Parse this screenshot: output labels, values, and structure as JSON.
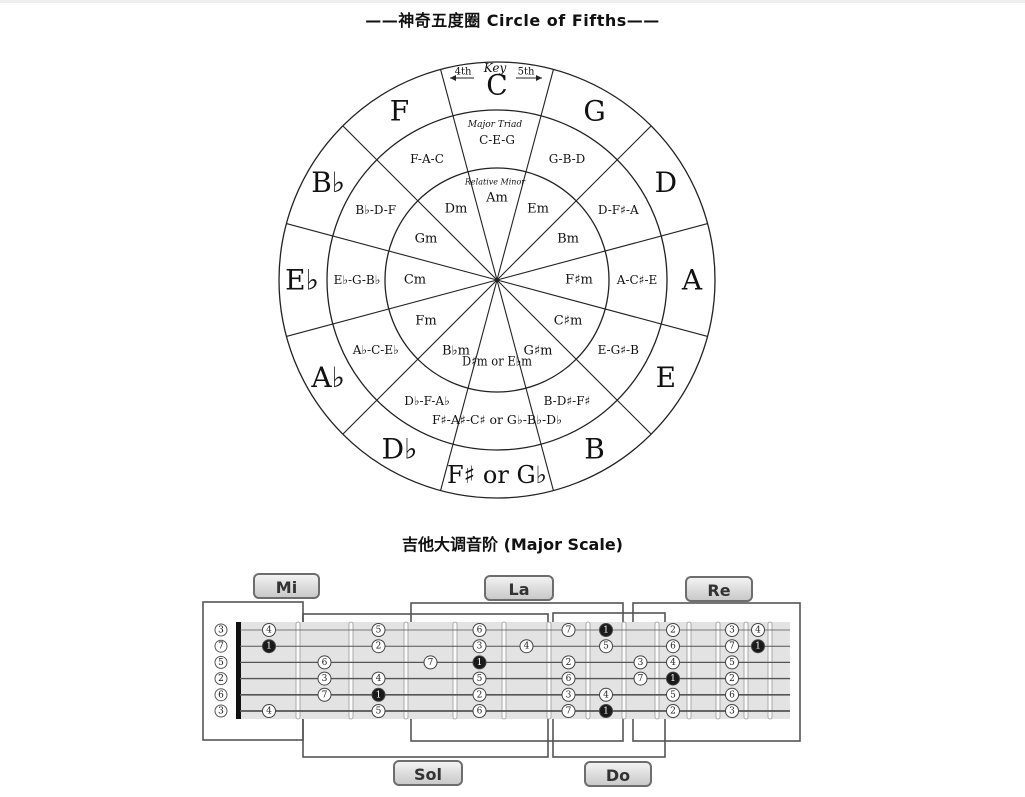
{
  "title_circle": "——神奇五度圈 Circle of Fifths——",
  "title_scale": "吉他大调音阶 (Major Scale)",
  "key_label": "Key",
  "fourth_label": "4th",
  "fifth_label": "5th",
  "major_triad_label": "Major Triad",
  "relative_minor_label": "Relative Minor",
  "keys": [
    "C",
    "G",
    "D",
    "A",
    "E",
    "B",
    "F♯ or G♭",
    "D♭",
    "A♭",
    "E♭",
    "B♭",
    "F"
  ],
  "triads": [
    "C-E-G",
    "G-B-D",
    "D-F♯-A",
    "A-C♯-E",
    "E-G♯-B",
    "B-D♯-F♯",
    "F♯-A♯-C♯ or G♭-B♭-D♭",
    "D♭-F-A♭",
    "A♭-C-E♭",
    "E♭-G-B♭",
    "B♭-D-F",
    "F-A-C"
  ],
  "minors": [
    "Am",
    "Em",
    "Bm",
    "F♯m",
    "C♯m",
    "G♯m",
    "D♯m or E♭m",
    "B♭m",
    "Fm",
    "Cm",
    "Gm",
    "Dm"
  ],
  "scale_positions": [
    "Mi",
    "La",
    "Re",
    "Sol",
    "Do"
  ],
  "open_strings": [
    "3",
    "7",
    "5",
    "2",
    "6",
    "3"
  ],
  "fretboard_notes": [
    {
      "fret": 1,
      "string": 1,
      "label": "4"
    },
    {
      "fret": 1,
      "string": 2,
      "label": "1",
      "root": true
    },
    {
      "fret": 1,
      "string": 6,
      "label": "4"
    },
    {
      "fret": 2,
      "string": 3,
      "label": "6"
    },
    {
      "fret": 2,
      "string": 4,
      "label": "3"
    },
    {
      "fret": 2,
      "string": 5,
      "label": "7"
    },
    {
      "fret": 3,
      "string": 1,
      "label": "5"
    },
    {
      "fret": 3,
      "string": 2,
      "label": "2"
    },
    {
      "fret": 3,
      "string": 4,
      "label": "4"
    },
    {
      "fret": 3,
      "string": 5,
      "label": "1",
      "root": true
    },
    {
      "fret": 3,
      "string": 6,
      "label": "5"
    },
    {
      "fret": 4,
      "string": 3,
      "label": "7"
    },
    {
      "fret": 5,
      "string": 1,
      "label": "6"
    },
    {
      "fret": 5,
      "string": 2,
      "label": "3"
    },
    {
      "fret": 5,
      "string": 3,
      "label": "1",
      "root": true
    },
    {
      "fret": 5,
      "string": 4,
      "label": "5"
    },
    {
      "fret": 5,
      "string": 5,
      "label": "2"
    },
    {
      "fret": 5,
      "string": 6,
      "label": "6"
    },
    {
      "fret": 6,
      "string": 2,
      "label": "4"
    },
    {
      "fret": 7,
      "string": 1,
      "label": "7"
    },
    {
      "fret": 7,
      "string": 3,
      "label": "2"
    },
    {
      "fret": 7,
      "string": 4,
      "label": "6"
    },
    {
      "fret": 7,
      "string": 5,
      "label": "3"
    },
    {
      "fret": 7,
      "string": 6,
      "label": "7"
    },
    {
      "fret": 8,
      "string": 1,
      "label": "1",
      "root": true
    },
    {
      "fret": 8,
      "string": 2,
      "label": "5"
    },
    {
      "fret": 8,
      "string": 5,
      "label": "4"
    },
    {
      "fret": 8,
      "string": 6,
      "label": "1",
      "root": true
    },
    {
      "fret": 9,
      "string": 3,
      "label": "3"
    },
    {
      "fret": 9,
      "string": 4,
      "label": "7"
    },
    {
      "fret": 10,
      "string": 1,
      "label": "2"
    },
    {
      "fret": 10,
      "string": 2,
      "label": "6"
    },
    {
      "fret": 10,
      "string": 3,
      "label": "4"
    },
    {
      "fret": 10,
      "string": 4,
      "label": "1",
      "root": true
    },
    {
      "fret": 10,
      "string": 5,
      "label": "5"
    },
    {
      "fret": 10,
      "string": 6,
      "label": "2"
    },
    {
      "fret": 12,
      "string": 1,
      "label": "3"
    },
    {
      "fret": 12,
      "string": 2,
      "label": "7"
    },
    {
      "fret": 12,
      "string": 3,
      "label": "5"
    },
    {
      "fret": 12,
      "string": 4,
      "label": "2"
    },
    {
      "fret": 12,
      "string": 5,
      "label": "6"
    },
    {
      "fret": 12,
      "string": 6,
      "label": "3"
    },
    {
      "fret": 13,
      "string": 1,
      "label": "4"
    },
    {
      "fret": 13,
      "string": 2,
      "label": "1",
      "root": true
    }
  ]
}
